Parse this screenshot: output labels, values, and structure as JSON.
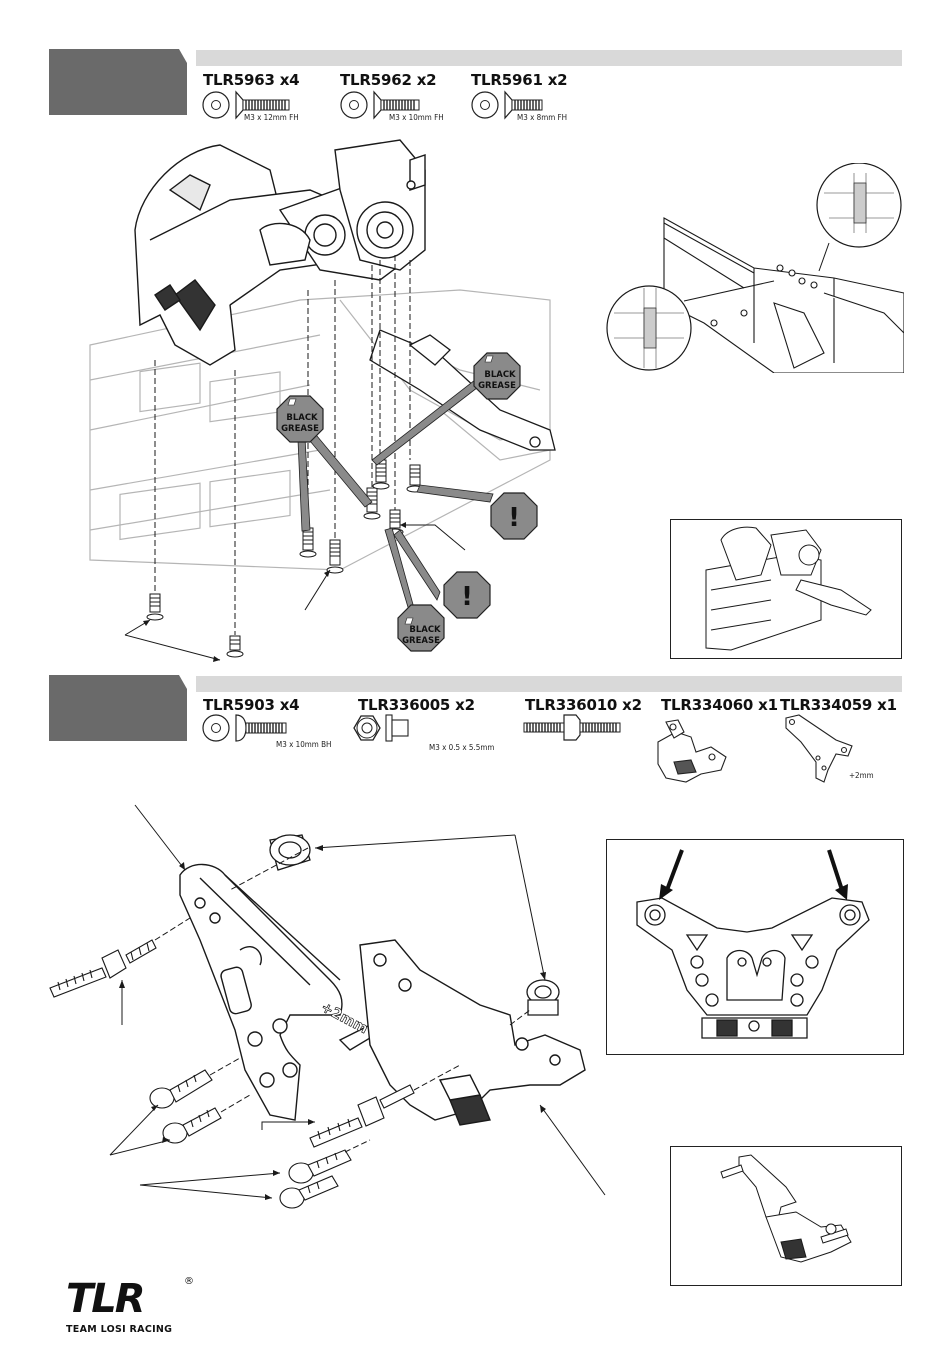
{
  "step1": {
    "parts": [
      {
        "code": "TLR5963 x4",
        "spec": "M3 x 12mm FH"
      },
      {
        "code": "TLR5962 x2",
        "spec": "M3 x 10mm FH"
      },
      {
        "code": "TLR5961 x2",
        "spec": "M3 x 8mm FH"
      }
    ],
    "callouts": {
      "grease_line1": "BLACK",
      "grease_line2": "GREASE",
      "warning_symbol": "!"
    }
  },
  "step2": {
    "parts": [
      {
        "code": "TLR5903 x4",
        "spec": "M3 x 10mm BH"
      },
      {
        "code": "TLR336005 x2",
        "spec": "M3 x 0.5 x 5.5mm"
      },
      {
        "code": "TLR336010 x2",
        "spec": ""
      },
      {
        "code": "TLR334060 x1",
        "spec": ""
      },
      {
        "code": "TLR334059 x1",
        "spec": "+2mm"
      }
    ],
    "part_marking": "+2mm"
  },
  "footer": {
    "logo_mark": "TLR",
    "logo_text": "TEAM LOSI RACING",
    "registered": "®"
  },
  "colors": {
    "tab": "#6a6a6a",
    "bar": "#d9d9d9",
    "callout": "#8a8a8a",
    "line": "#1a1a1a"
  }
}
